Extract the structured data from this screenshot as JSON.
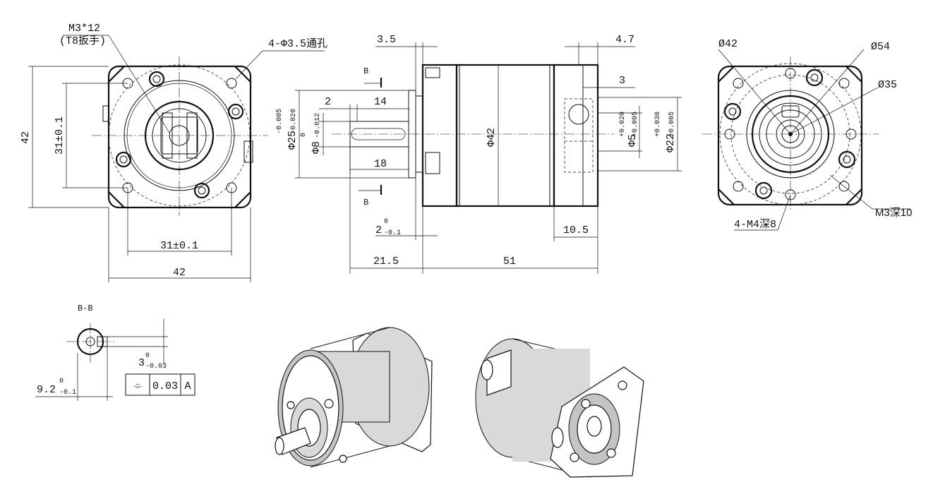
{
  "front_view": {
    "callout_screw": "M3*12",
    "callout_wrench": "(T8扳手)",
    "callout_holes": "4-Φ3.5通孔",
    "dim_height": "42",
    "dim_pitch_v": "31±0.1",
    "dim_pitch_h": "31±0.1",
    "dim_width": "42"
  },
  "side_view": {
    "dim_3_5": "3.5",
    "dim_4_7": "4.7",
    "dim_3": "3",
    "dim_2": "2",
    "dim_14": "14",
    "dim_18": "18",
    "section_b_top": "B",
    "section_b_bottom": "B",
    "dia_pilot": "Φ25",
    "dia_pilot_tol_upper": "-0.005",
    "dia_pilot_tol_lower": "-0.020",
    "dia_shaft": "Φ8",
    "dia_shaft_tol_upper": "0",
    "dia_shaft_tol_lower": "-0.012",
    "dia_body": "Φ42",
    "dia_bore": "Φ5",
    "dia_bore_tol_upper": "+0.020",
    "dia_bore_tol_lower": "+0.005",
    "dia_recess": "Φ22",
    "dia_recess_tol_upper": "+0.030",
    "dia_recess_tol_lower": "+0.005",
    "dim_flange": "2",
    "dim_flange_tol_upper": "0",
    "dim_flange_tol_lower": "-0.1",
    "dim_10_5": "10.5",
    "dim_21_5": "21.5",
    "dim_51": "51"
  },
  "rear_view": {
    "dia_42": "Ø42",
    "dia_54": "Ø54",
    "dia_35": "Ø35",
    "callout_m3": "M3深10",
    "callout_m4": "4-M4深8"
  },
  "section_view": {
    "title": "B-B",
    "dim_key": "3",
    "dim_key_tol_upper": "0",
    "dim_key_tol_lower": "-0.03",
    "dim_flat": "9.2",
    "dim_flat_tol_upper": "0",
    "dim_flat_tol_lower": "-0.1",
    "tol_symbol": "⌯",
    "tol_value": "0.03",
    "tol_datum": "A"
  }
}
